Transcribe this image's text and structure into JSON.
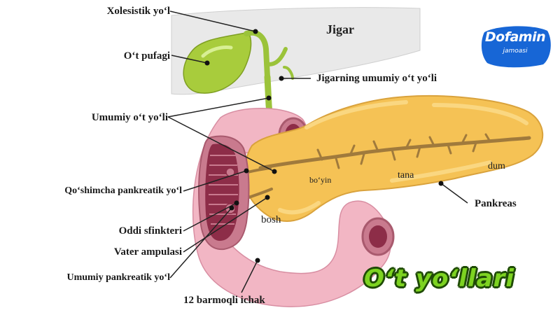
{
  "labels": {
    "cystic_duct": "Xolesistik yoʻl",
    "gallbladder": "Oʻt pufagi",
    "common_hepatic_duct": "Jigarning umumiy oʻt yoʻli",
    "common_bile_duct": "Umumiy oʻt yoʻli",
    "accessory_pancreatic_duct": "Qoʻshimcha pankreatik yoʻl",
    "sphincter": "Oddi sfinkteri",
    "vater_ampulla": "Vater ampulasi",
    "main_pancreatic_duct": "Umumiy pankreatik yoʻl",
    "duodenum": "12 barmoqli ichak",
    "pancreas": "Pankreas"
  },
  "organ_labels": {
    "liver": "Jigar",
    "neck": "boʻyin",
    "body": "tana",
    "tail": "dum",
    "head": "bosh"
  },
  "title": "Oʻt yoʻllari",
  "logo": {
    "name": "Dofamin",
    "subtitle": "jamoasi"
  },
  "colors": {
    "liver": "#e9e9e9",
    "gallbladder": "#a8cc3c",
    "pancreas": "#f5c255",
    "duodenum": "#f2b6c4",
    "duct": "#a07a3c",
    "title_fill": "#7dd321",
    "logo_badge": "#1766d6"
  }
}
